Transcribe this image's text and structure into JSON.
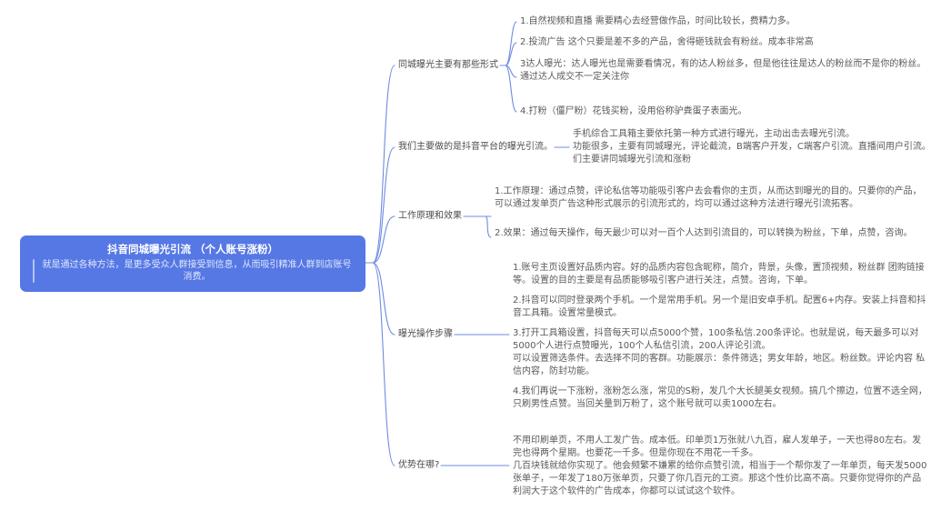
{
  "colors": {
    "canvas_bg": "#ffffff",
    "node_bg": "#5678e4",
    "node_text": "#ffffff",
    "connector": "#6e8be4",
    "label_text": "#4b4b4b",
    "content_text": "#5a5a5a"
  },
  "mindmap": {
    "root": {
      "title": "抖音同城曝光引流 （个人账号涨粉）",
      "note": "就是通过各种方法，是更多受众人群接受到信息，从而吸引精准人群到店账号消费。"
    },
    "branches": [
      {
        "label": "同城曝光主要有那些形式",
        "children": [
          "1.自然视频和直播 需要精心去经营做作品，时间比较长，费精力多。",
          "2.投流广告 这个只要是差不多的产品，舍得砸钱就会有粉丝。成本非常高",
          "3达人曝光：达人曝光也是需要看情况，有的达人粉丝多，但是他往往是达人的粉丝而不是你的粉丝。通过达人成交不一定关注你",
          "4.打粉（僵尸粉）花钱买粉，没用俗称驴粪蛋子表面光。"
        ]
      },
      {
        "label": "我们主要做的是抖音平台的曝光引流。",
        "children": [
          "手机综合工具箱主要依托第一种方式进行曝光，主动出击去曝光引流。\n功能很多，主要有同城曝光，评论截流，B端客户开发，C端客户引流。直播间用户引流。我们主要讲同城曝光引流和涨粉"
        ]
      },
      {
        "label": "工作原理和效果",
        "children": [
          "1.工作原理：通过点赞，评论私信等功能吸引客户去会看你的主页，从而达到曝光的目的。只要你的产品，可以通过发单页广告这种形式展示的引流形式的，均可以通过这种方法进行曝光引流拓客。",
          "2.效果：通过每天操作，每天最少可以对一百个人达到引流目的，可以转换为粉丝，下单，点赞，咨询。"
        ]
      },
      {
        "label": "曝光操作步骤",
        "children": [
          "1.账号主页设置好品质内容。好的品质内容包含昵称，简介，背景，头像，置顶视频，粉丝群 团购链接等。设置的目的主要是有品质能够吸引客户进行关注，点赞。咨询，下单。",
          "2.抖音可以同时登录两个手机。一个是常用手机。另一个是旧安卓手机。配置6+内存。安装上抖音和抖音工具箱。设置常量模式。",
          "3.打开工具箱设置，抖音每天可以点5000个赞，100条私信.200条评论。也就是说，每天最多可以对5000个人进行点赞曝光，100个人私信引流，200人评论引流。\n可以设置筛选条件。去选择不同的客群。功能展示：条件筛选；男女年龄，地区。粉丝数。评论内容 私信内容，防封功能。",
          "4.我们再说一下涨粉，涨粉怎么涨，常见的S粉，发几个大长腿美女视频。搞几个擦边，位置不选全网，只刷男性点赞。当回关量到万粉了，这个账号就可以卖1000左右。"
        ]
      },
      {
        "label": "优势在哪?",
        "children": [
          "不用印刷单页，不用人工发广告。成本低。印单页1万张就八九百，雇人发单子，一天也得80左右。发完也得两个星期。也要花一千多。但是你现在不用花一千多。\n几百块钱就给你实现了。他会频繁不嫌累的给你点赞引流，相当于一个帮你发了一年单页，每天发5000张单子，一年发了180万张单页，只要了你几百元的工资。那这个性价比高不高。只要你觉得你的产品利润大于这个软件的广告成本，你都可以试试这个软件。"
        ]
      }
    ]
  }
}
